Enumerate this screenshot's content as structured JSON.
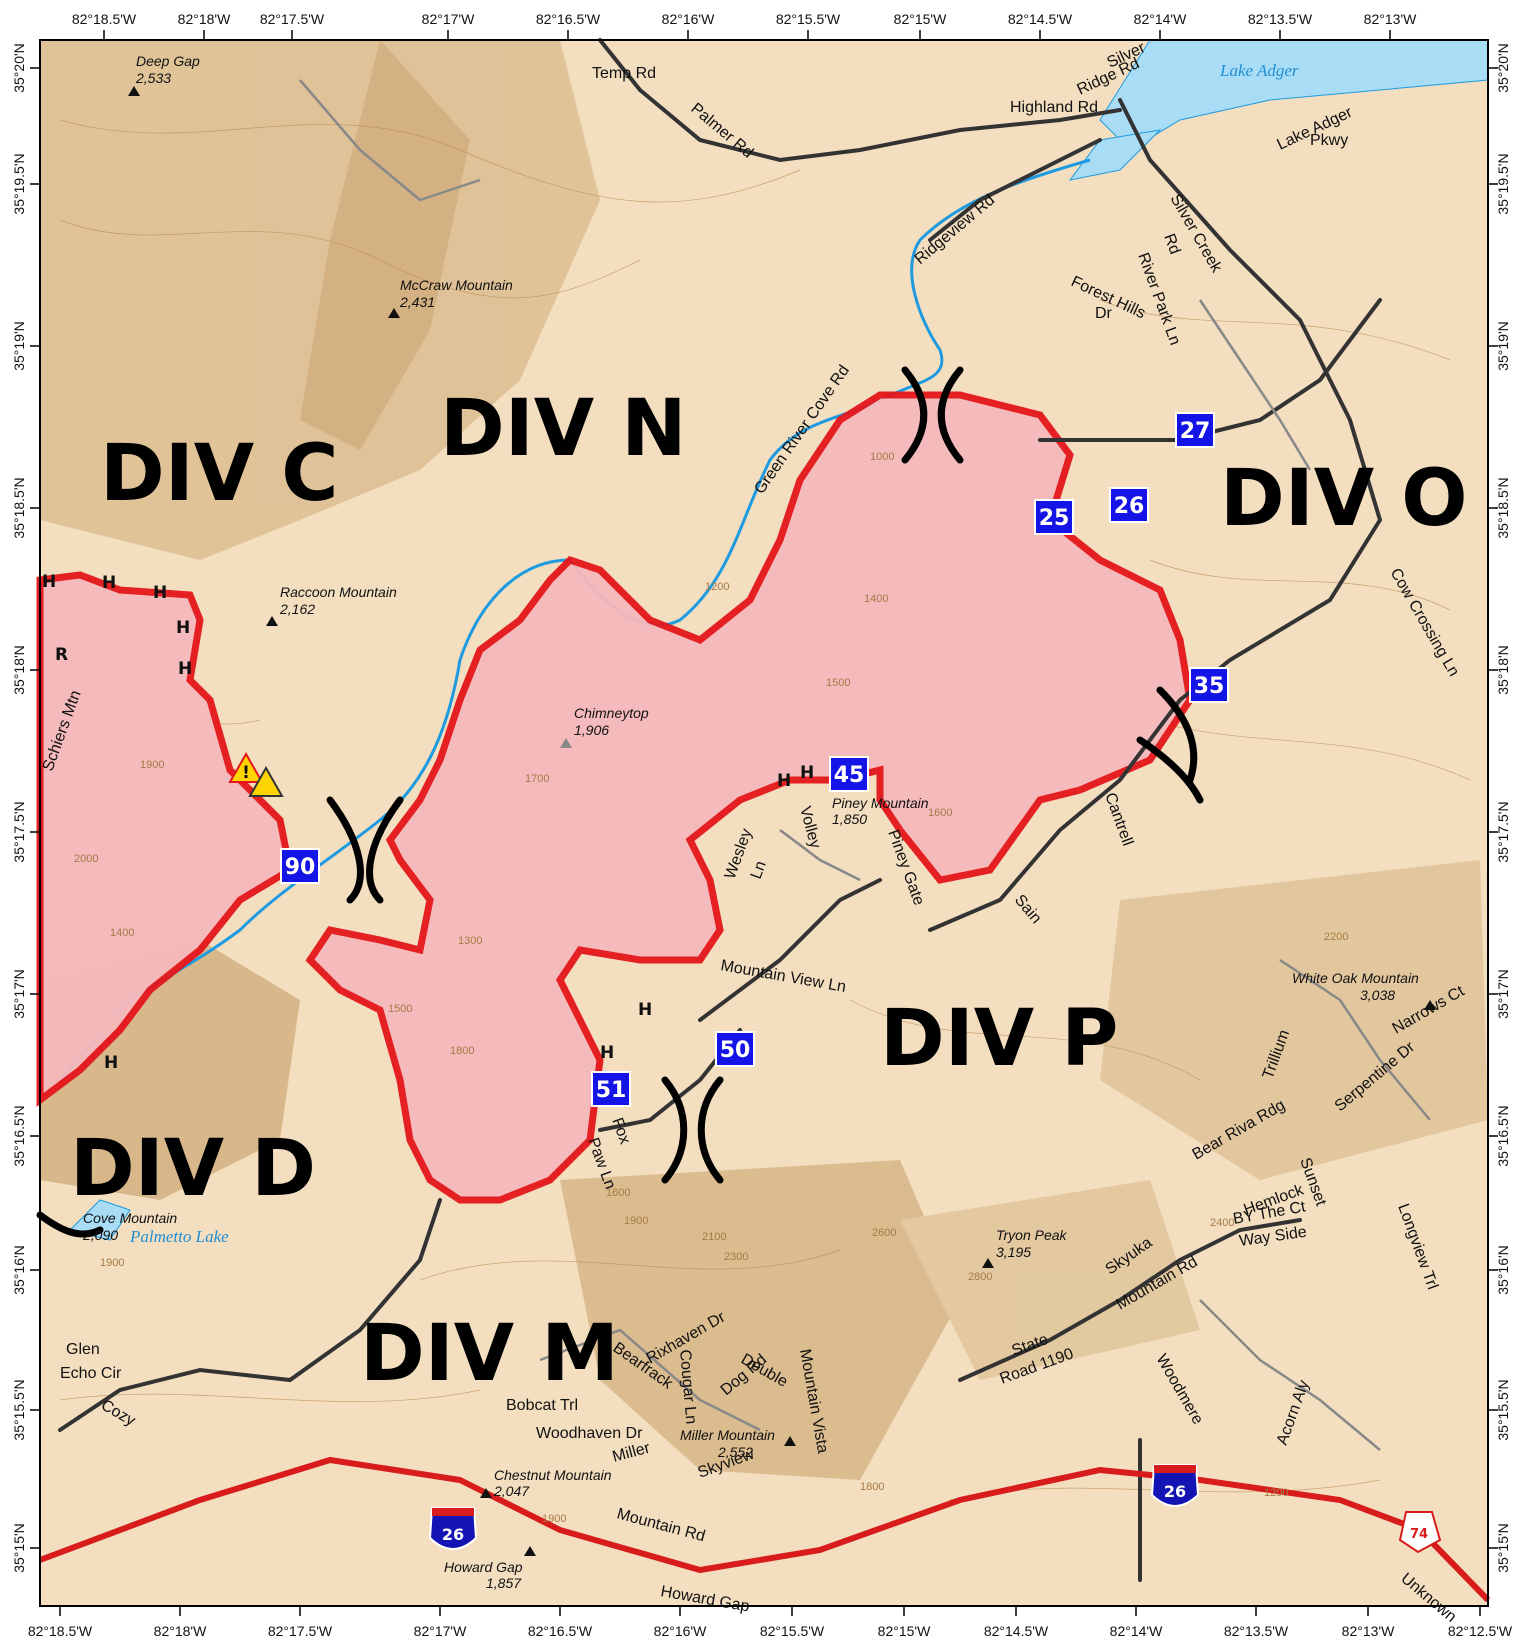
{
  "map": {
    "divisions": [
      "DIV C",
      "DIV N",
      "DIV O",
      "DIV D",
      "DIV P",
      "DIV M"
    ],
    "drop_points": [
      "25",
      "26",
      "27",
      "35",
      "45",
      "50",
      "51",
      "90"
    ],
    "top_ticks": [
      "82°18.5'W",
      "82°18'W",
      "82°17.5'W",
      "82°17'W",
      "82°16.5'W",
      "82°16'W",
      "82°15.5'W",
      "82°15'W",
      "82°14.5'W",
      "82°14'W",
      "82°13.5'W",
      "82°13'W"
    ],
    "bottom_ticks": [
      "82°18.5'W",
      "82°18'W",
      "82°17.5'W",
      "82°17'W",
      "82°16.5'W",
      "82°16'W",
      "82°15.5'W",
      "82°15'W",
      "82°14.5'W",
      "82°14'W",
      "82°13.5'W",
      "82°13'W",
      "82°12.5'W"
    ],
    "left_ticks": [
      "35°20'N",
      "35°19.5'N",
      "35°19'N",
      "35°18.5'N",
      "35°18'N",
      "35°17.5'N",
      "35°17'N",
      "35°16.5'N",
      "35°16'N",
      "35°15.5'N",
      "35°15'N"
    ],
    "right_ticks": [
      "35°20'N",
      "35°19.5'N",
      "35°19'N",
      "35°18.5'N",
      "35°18'N",
      "35°17.5'N",
      "35°17'N",
      "35°16.5'N",
      "35°16'N",
      "35°15.5'N",
      "35°15'N"
    ],
    "peaks": [
      {
        "name": "Deep Gap",
        "elev": "2,533"
      },
      {
        "name": "McCraw Mountain",
        "elev": "2,431"
      },
      {
        "name": "Raccoon Mountain",
        "elev": "2,162"
      },
      {
        "name": "Chimneytop",
        "elev": "1,906"
      },
      {
        "name": "Piney Mountain",
        "elev": "1,850"
      },
      {
        "name": "White Oak Mountain",
        "elev": "3,038"
      },
      {
        "name": "Tryon Peak",
        "elev": "3,195"
      },
      {
        "name": "Cove Mountain",
        "elev": "2,090"
      },
      {
        "name": "Miller Mountain",
        "elev": "2,552"
      },
      {
        "name": "Chestnut Mountain",
        "elev": "2,047"
      },
      {
        "name": "Howard Gap",
        "elev": "1,857"
      }
    ],
    "water": [
      "Lake Adger",
      "Palmetto Lake"
    ],
    "roads": [
      "Temp Rd",
      "Palmer Rd",
      "Silver",
      "Ridge Rd",
      "Highland Rd",
      "Ridgeview Rd",
      "Green River Cove Rd",
      "Lake Adger",
      "Pkwy",
      "Forest Hills",
      "Dr",
      "Silver Creek",
      "Rd",
      "River Park Ln",
      "Cow Crossing Ln",
      "Wesley",
      "Ln",
      "Volley",
      "Piney Gate",
      "Mountain View Ln",
      "Cantrell",
      "Sain",
      "Schiers Mtn",
      "Fox",
      "Paw Ln",
      "Skyuka",
      "Mountain Rd",
      "State",
      "Road 1190",
      "Woodmere",
      "Bobcat Trl",
      "Woodhaven Dr",
      "Miller",
      "Skyview",
      "Mountain Rd",
      "Howard Gap",
      "Hemlock",
      "BY The Ct",
      "Way Side",
      "Glen",
      "Echo Cir",
      "Cozy",
      "Unknown",
      "Double",
      "Dog Rd",
      "Rixhaven Dr",
      "Bearfrack",
      "Cougar Ln",
      "Mountain Vista",
      "Serpentine Dr",
      "Narrows Ct",
      "Trillium",
      "Longview Trl",
      "Bear Riva Rdg",
      "Sunset",
      "Acorn Aly"
    ],
    "shields": {
      "interstate_1": "26",
      "interstate_2": "26",
      "us_route": "74"
    },
    "helispot": "H",
    "repeater": "R",
    "contour_labels": [
      "1000",
      "1200",
      "1400",
      "1500",
      "1300",
      "1700",
      "1800",
      "1500",
      "1900",
      "2000",
      "1400",
      "1600",
      "1900",
      "2100",
      "2300",
      "2600",
      "2800",
      "1900",
      "1600",
      "1200",
      "2200",
      "1800",
      "2400",
      "1900"
    ]
  }
}
